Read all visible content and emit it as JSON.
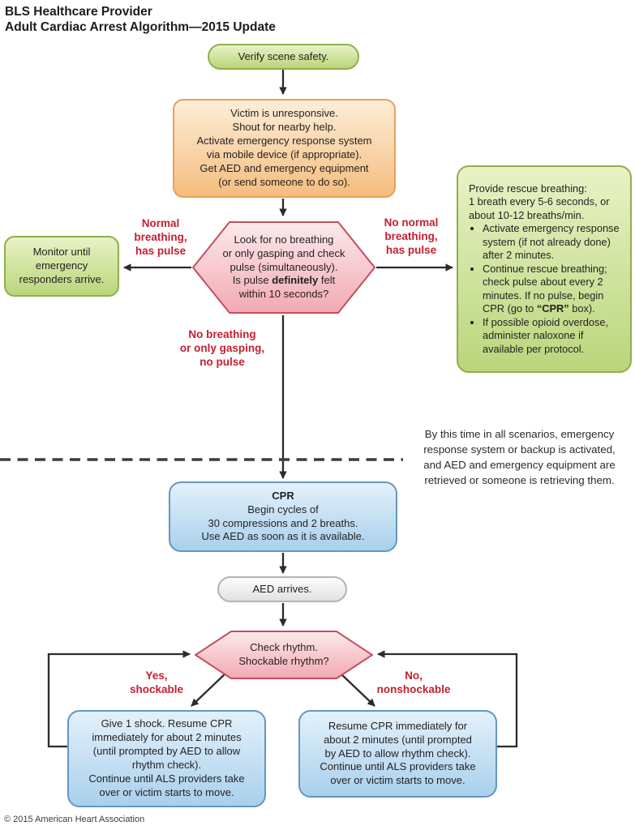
{
  "palette": {
    "green_fill_top": "#e9f2c6",
    "green_fill_bottom": "#b9d67b",
    "green_border": "#8fae4e",
    "orange_fill_top": "#fdeed8",
    "orange_fill_bottom": "#f5bd7e",
    "orange_border": "#e9a05b",
    "pink_fill_top": "#fceaec",
    "pink_fill_bottom": "#f2a9b3",
    "pink_border": "#c44e5e",
    "blue_fill_top": "#e3f1fb",
    "blue_fill_bottom": "#a9d0ec",
    "blue_border": "#6496c2",
    "gray_fill_top": "#fcfcfc",
    "gray_fill_bottom": "#e2e2e2",
    "gray_border": "#b3b3b3",
    "red_text": "#c32032",
    "line": "#2b2b2b"
  },
  "title": {
    "line1": "BLS Healthcare Provider",
    "line2": "Adult Cardiac Arrest Algorithm—2015 Update"
  },
  "nodes": {
    "verify": "Verify scene safety.",
    "unresponsive": "Victim is unresponsive.\nShout for nearby help.\nActivate emergency response system\nvia mobile device (if appropriate).\nGet AED and emergency equipment\n(or send someone to do so).",
    "decision_pulse": {
      "top": "Look for no breathing\nor only gasping and check\npulse (simultaneously).",
      "q_pre": "Is pulse ",
      "q_bold": "definitely",
      "q_post": " felt",
      "bottom": "within 10 seconds?"
    },
    "monitor": "Monitor until\nemergency\nresponders arrive.",
    "rescue": {
      "intro": "Provide rescue breathing:\n1 breath every 5-6 seconds, or\nabout 10-12 breaths/min.",
      "bullet1": "Activate emergency response system (if not already done) after 2 minutes.",
      "bullet2_pre": "Continue rescue breathing; check pulse about every 2 minutes. If no pulse, begin CPR (go to ",
      "bullet2_bold": "“CPR”",
      "bullet2_post": " box).",
      "bullet3": "If possible opioid overdose, administer naloxone if available per protocol."
    },
    "cpr": {
      "heading": "CPR",
      "body": "Begin cycles of\n30 compressions and 2 breaths.\nUse AED as soon as it is available."
    },
    "aed": "AED arrives.",
    "decision_rhythm": "Check rhythm.\nShockable rhythm?",
    "shock": "Give 1 shock. Resume CPR\nimmediately for about 2 minutes\n(until prompted by AED to allow\nrhythm check).\nContinue until ALS providers take\nover or victim starts to move.",
    "resume": "Resume CPR immediately for\nabout 2 minutes (until prompted\nby AED to allow rhythm check).\nContinue until ALS providers take\nover or victim starts to move."
  },
  "labels": {
    "normal": "Normal\nbreathing,\nhas pulse",
    "no_normal": "No normal\nbreathing,\nhas pulse",
    "no_pulse": "No breathing\nor only gasping,\nno pulse",
    "yes_shockable": "Yes,\nshockable",
    "no_nonshockable": "No,\nnonshockable"
  },
  "note": "By this time in all scenarios, emergency\nresponse system or backup is activated,\nand AED and emergency equipment are\nretrieved or someone is retrieving them.",
  "footer": "© 2015 American Heart Association"
}
